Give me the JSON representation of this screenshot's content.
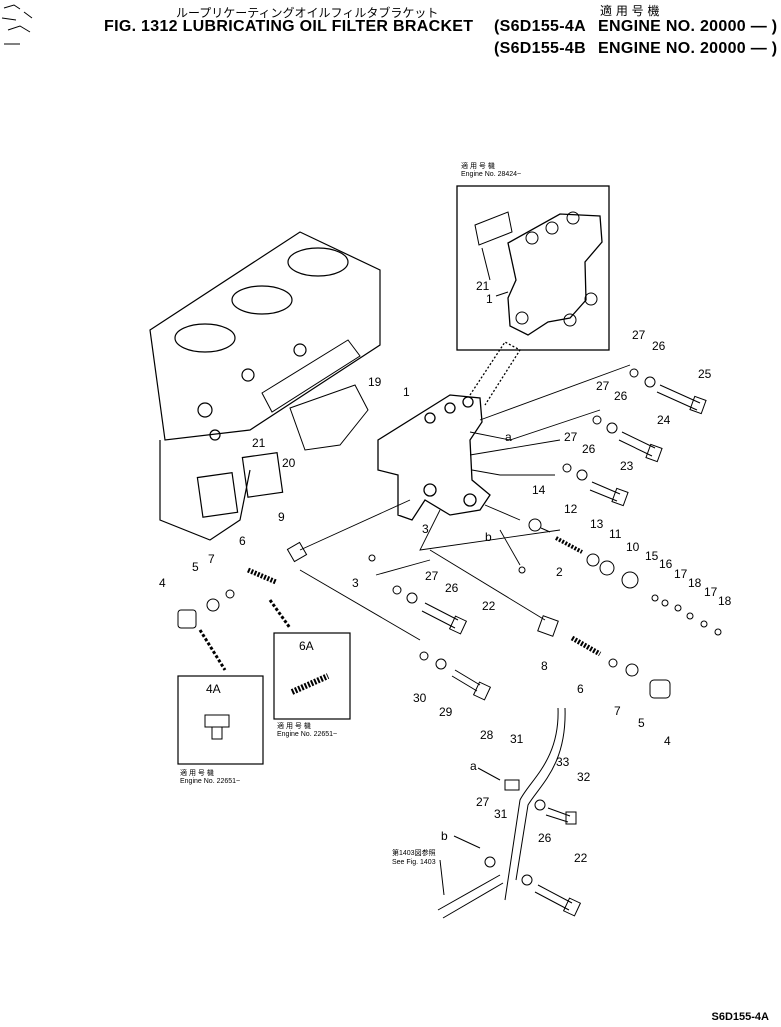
{
  "header": {
    "jp_title": "ループリケーティングオイルフィルタブラケット",
    "jp_right": "適 用 号 機",
    "title": "FIG. 1312  LUBRICATING OIL FILTER BRACKET",
    "model_a": "(S6D155-4A",
    "engine_a": "ENGINE NO. 20000 — )",
    "model_b": "(S6D155-4B",
    "engine_b": "ENGINE NO. 20000 — )"
  },
  "insets": {
    "top": {
      "jp": "適 用 号 機",
      "engine": "Engine No. 28424~"
    },
    "a6": {
      "label": "6A",
      "jp": "適 用 号 機",
      "engine": "Engine No. 22651~"
    },
    "a4": {
      "label": "4A",
      "jp": "適 用 号 機",
      "engine": "Engine No. 22651~"
    },
    "fig_ref": {
      "jp": "第1403図参照",
      "en": "See Fig. 1403"
    }
  },
  "callouts": [
    "21",
    "1",
    "27",
    "26",
    "25",
    "27",
    "26",
    "24",
    "a",
    "19",
    "1",
    "27",
    "26",
    "23",
    "21",
    "20",
    "14",
    "12",
    "13",
    "11",
    "10",
    "15",
    "16",
    "17",
    "18",
    "17",
    "18",
    "9",
    "3",
    "3",
    "b",
    "2",
    "6",
    "5",
    "7",
    "4",
    "27",
    "26",
    "22",
    "8",
    "6",
    "7",
    "5",
    "4",
    "30",
    "29",
    "28",
    "31",
    "a",
    "33",
    "32",
    "27",
    "31",
    "b",
    "26",
    "22"
  ],
  "footer": "S6D155-4A"
}
